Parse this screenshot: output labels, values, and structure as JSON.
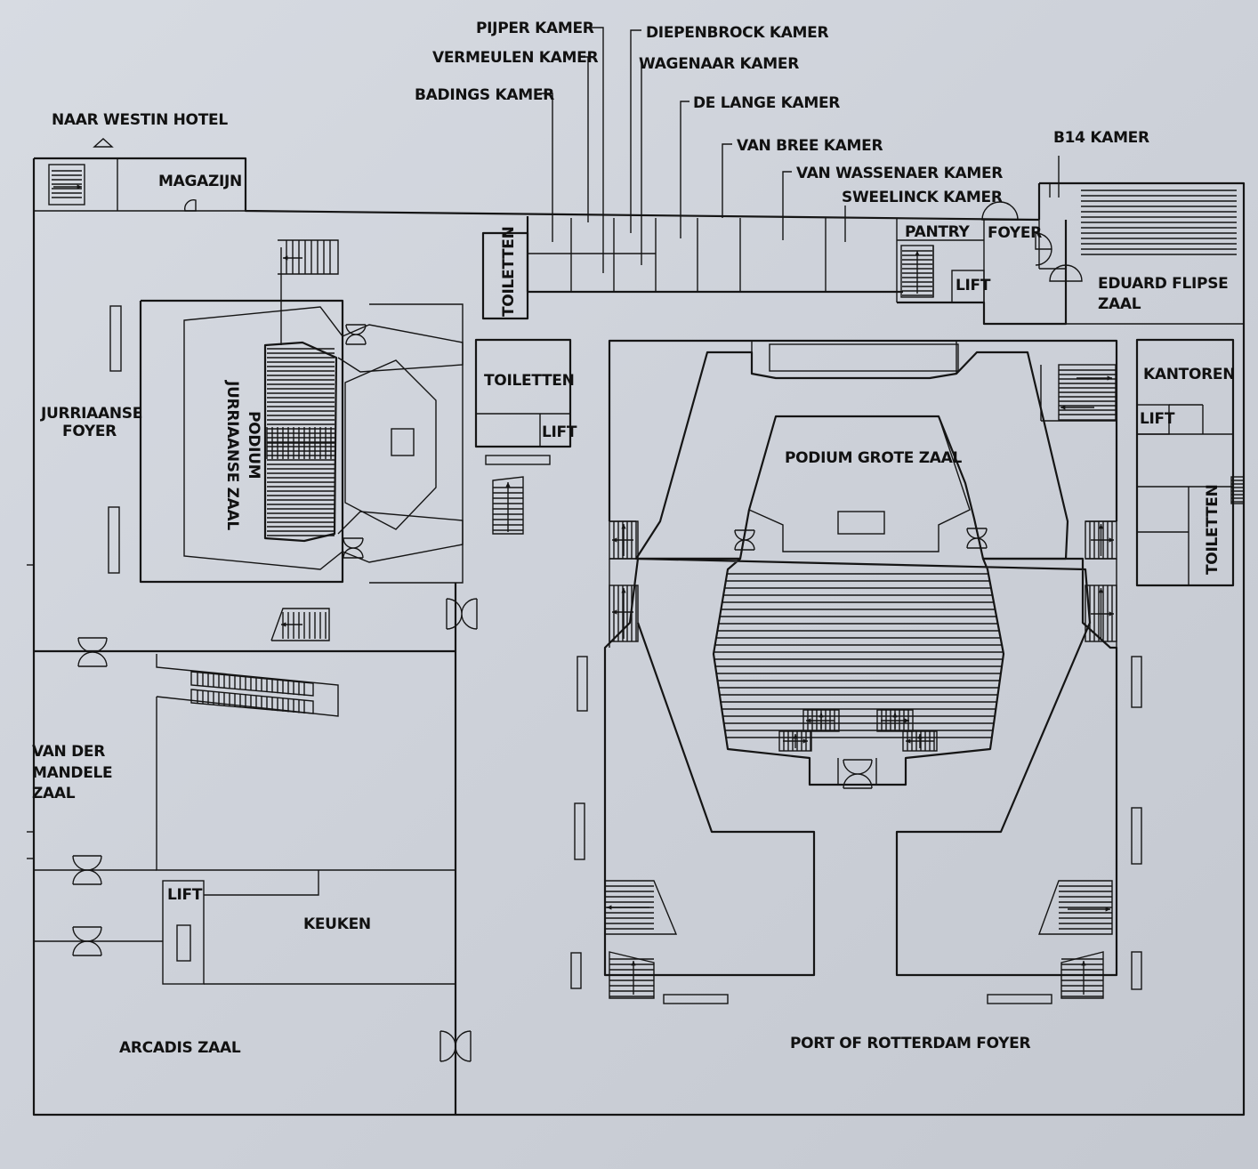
{
  "floorplan": {
    "labels": {
      "pijper": "PIJPER KAMER",
      "vermeulen": "VERMEULEN KAMER",
      "badings": "BADINGS KAMER",
      "diepenbrock": "DIEPENBROCK KAMER",
      "wagenaar": "WAGENAAR KAMER",
      "de_lange": "DE LANGE KAMER",
      "van_bree": "VAN BREE KAMER",
      "van_wassenaer": "VAN WASSENAER KAMER",
      "sweelinck": "SWEELINCK KAMER",
      "b14": "B14 KAMER",
      "westin": "NAAR WESTIN HOTEL",
      "magazijn": "MAGAZIJN",
      "toiletten_top": "TOILETTEN",
      "pantry": "PANTRY",
      "foyer_top": "FOYER",
      "lift_top": "LIFT",
      "eduard_1": "EDUARD FLIPSE",
      "eduard_2": "ZAAL",
      "jurriaanse_foyer_1": "JURRIAANSE",
      "jurriaanse_foyer_2": "FOYER",
      "podium_jz_1": "PODIUM",
      "podium_jz_2": "JURRIAANSE ZAAL",
      "toiletten_mid": "TOILETTEN",
      "lift_mid": "LIFT",
      "podium_grote_zaal": "PODIUM GROTE ZAAL",
      "kantoren": "KANTOREN",
      "lift_kantoren": "LIFT",
      "toiletten_right": "TOILETTEN",
      "mandele_1": "VAN DER",
      "mandele_2": "MANDELE",
      "mandele_3": "ZAAL",
      "lift_bottom": "LIFT",
      "keuken": "KEUKEN",
      "arcadis": "ARCADIS ZAAL",
      "port_foyer": "PORT OF ROTTERDAM FOYER"
    }
  }
}
